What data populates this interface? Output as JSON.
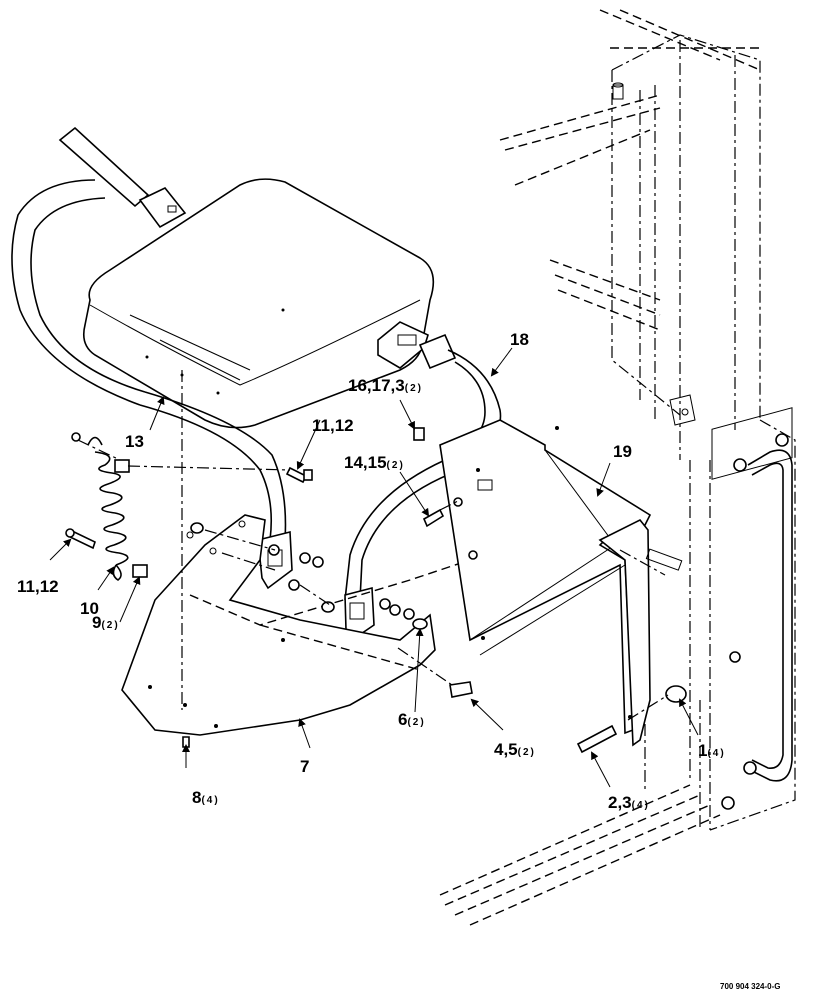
{
  "figure": {
    "reference_code": "700 904 324-0-G",
    "callouts": [
      {
        "id": "c1",
        "text": "1",
        "qty": "(4)"
      },
      {
        "id": "c2",
        "text": "2,3",
        "qty": "(4)"
      },
      {
        "id": "c3",
        "text": "4,5",
        "qty": "(2)"
      },
      {
        "id": "c4",
        "text": "6",
        "qty": "(2)"
      },
      {
        "id": "c5",
        "text": "7",
        "qty": ""
      },
      {
        "id": "c6",
        "text": "8",
        "qty": "(4)"
      },
      {
        "id": "c7",
        "text": "9",
        "qty": "(2)"
      },
      {
        "id": "c8",
        "text": "10",
        "qty": ""
      },
      {
        "id": "c9",
        "text": "11,12",
        "qty": ""
      },
      {
        "id": "c10",
        "text": "11,12",
        "qty": ""
      },
      {
        "id": "c11",
        "text": "13",
        "qty": ""
      },
      {
        "id": "c12",
        "text": "14,15",
        "qty": "(2)"
      },
      {
        "id": "c13",
        "text": "16,17,3",
        "qty": "(2)"
      },
      {
        "id": "c14",
        "text": "18",
        "qty": ""
      },
      {
        "id": "c15",
        "text": "19",
        "qty": ""
      }
    ]
  }
}
